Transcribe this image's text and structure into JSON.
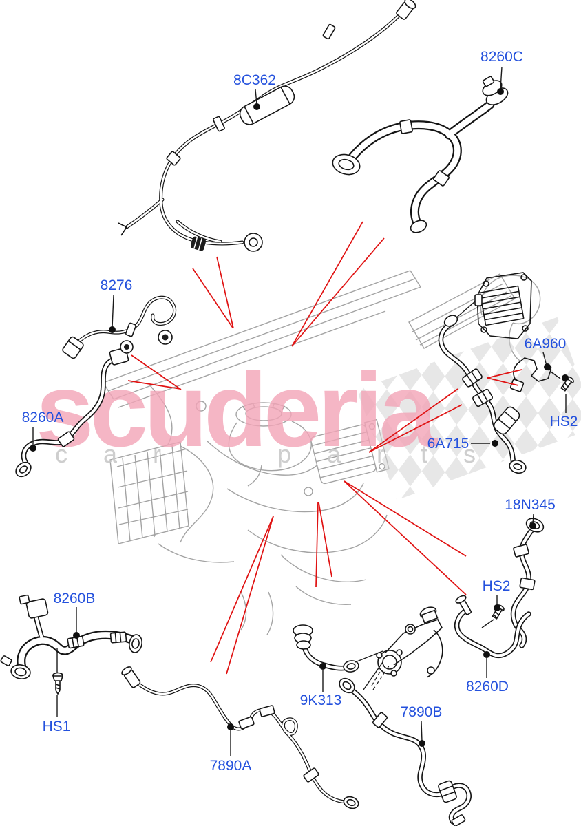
{
  "page": {
    "background": "#ffffff",
    "type": "parts-diagram",
    "subject": "engine cooling hoses"
  },
  "watermark": {
    "brand": "scuderia",
    "subtitle": "car parts",
    "brand_color": "#f2a4b6",
    "subtitle_color": "#c9c9c9",
    "checker_color": "#d4d4d4"
  },
  "diagram": {
    "label_color": "#2451dd",
    "callout_color": "#e01212",
    "line_color": "#151515",
    "labels": [
      {
        "id": "8C362",
        "text": "8C362"
      },
      {
        "id": "8260C",
        "text": "8260C"
      },
      {
        "id": "8276",
        "text": "8276"
      },
      {
        "id": "8260A",
        "text": "8260A"
      },
      {
        "id": "6A960",
        "text": "6A960"
      },
      {
        "id": "HS2-upper",
        "text": "HS2"
      },
      {
        "id": "6A715",
        "text": "6A715"
      },
      {
        "id": "18N345",
        "text": "18N345"
      },
      {
        "id": "HS2-lower",
        "text": "HS2"
      },
      {
        "id": "8260D",
        "text": "8260D"
      },
      {
        "id": "8260B",
        "text": "8260B"
      },
      {
        "id": "HS1",
        "text": "HS1"
      },
      {
        "id": "9K313",
        "text": "9K313"
      },
      {
        "id": "7890A",
        "text": "7890A"
      },
      {
        "id": "7890B",
        "text": "7890B"
      }
    ]
  }
}
